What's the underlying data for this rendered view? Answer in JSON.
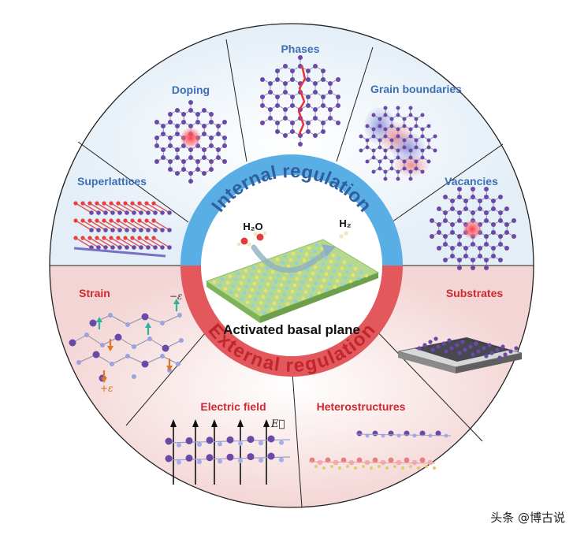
{
  "center": {
    "title": "Activated basal plane",
    "h2o": "H₂O",
    "h2": "H₂"
  },
  "rings": {
    "internal": "Internal regulation",
    "external": "External regulation"
  },
  "sectors": {
    "phases": "Phases",
    "doping": "Doping",
    "grain_boundaries": "Grain boundaries",
    "superlattices": "Superlattices",
    "vacancies": "Vacancies",
    "strain": "Strain",
    "substrates": "Substrates",
    "electric_field": "Electric field",
    "heterostructures": "Heterostructures"
  },
  "strain_labels": {
    "minus": "−ε",
    "plus": "+ε"
  },
  "field_label": "E⃗",
  "watermark": "头条 @博古说",
  "colors": {
    "internal_ring": "#5aaee6",
    "external_ring": "#e2585d",
    "internal_text": "#3d6fb5",
    "external_text": "#d0282e",
    "atom": "#6a4aa6",
    "highlight": "#e8323c"
  }
}
